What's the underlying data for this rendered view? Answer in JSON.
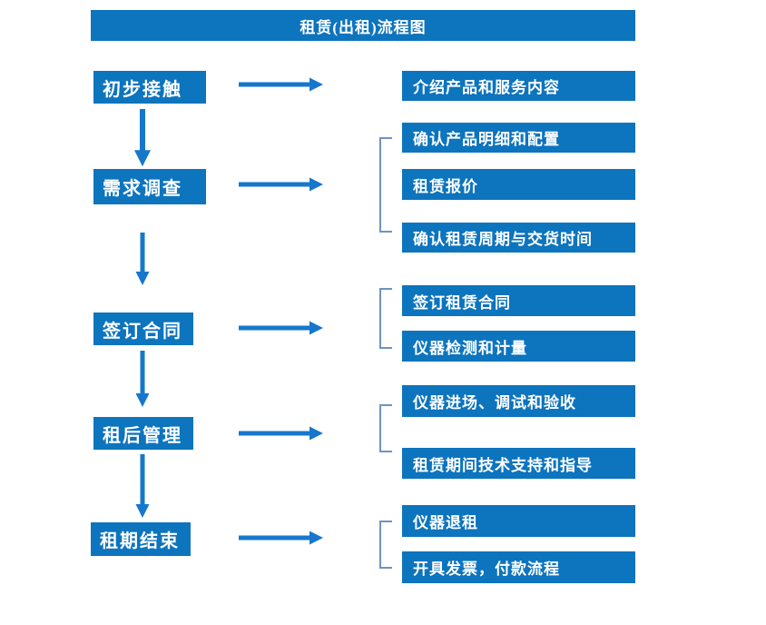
{
  "title": "租赁(出租)流程图",
  "colors": {
    "box-blue": "#0d74be",
    "arrow-blue": "#1677cd",
    "bracket-blue": "#6e93c3",
    "text-white": "#ffffff"
  },
  "left_steps": [
    {
      "label": "初步接触"
    },
    {
      "label": "需求调查"
    },
    {
      "label": "签订合同"
    },
    {
      "label": "租后管理"
    },
    {
      "label": "租期结束"
    }
  ],
  "right_items": [
    {
      "label": "介绍产品和服务内容"
    },
    {
      "label": "确认产品明细和配置"
    },
    {
      "label": "租赁报价"
    },
    {
      "label": "确认租赁周期与交货时间"
    },
    {
      "label": "签订租赁合同"
    },
    {
      "label": "仪器检测和计量"
    },
    {
      "label": "仪器进场、调试和验收"
    },
    {
      "label": "租赁期间技术支持和指导"
    },
    {
      "label": "仪器退租"
    },
    {
      "label": "开具发票，付款流程"
    }
  ]
}
